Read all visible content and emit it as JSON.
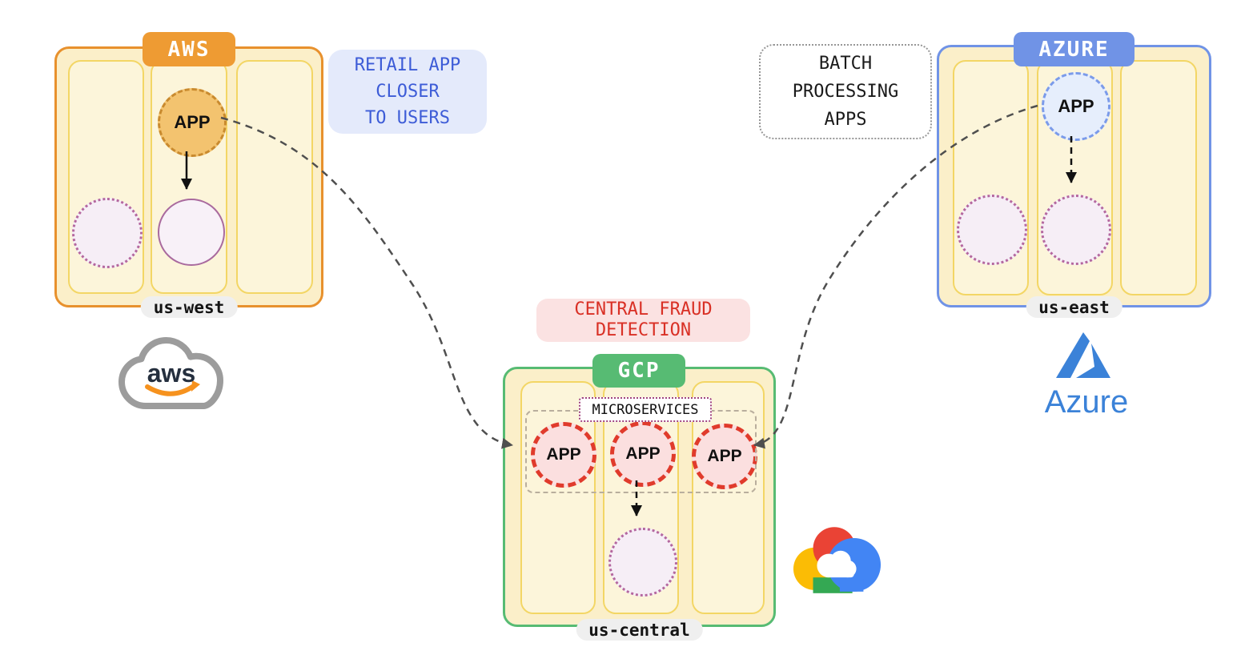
{
  "aws": {
    "badge": "AWS",
    "region_label": "us-west",
    "app": "APP",
    "logo_text": "aws"
  },
  "azure": {
    "badge": "AZURE",
    "region_label": "us-east",
    "app": "APP",
    "logo_text": "Azure"
  },
  "gcp": {
    "badge": "GCP",
    "region_label": "us-central",
    "microservices_label": "MICROSERVICES",
    "apps": [
      "APP",
      "APP",
      "APP"
    ]
  },
  "annotations": {
    "retail_app": {
      "lines": [
        "RETAIL APP",
        "CLOSER",
        "TO USERS"
      ]
    },
    "batch_processing": {
      "lines": [
        "BATCH",
        "PROCESSING",
        "APPS"
      ]
    },
    "central_fraud": {
      "lines": [
        "CENTRAL FRAUD",
        "DETECTION"
      ]
    }
  },
  "colors": {
    "aws_orange": "#E8912D",
    "azure_blue": "#7093E6",
    "gcp_green": "#57BB73",
    "region_fill": "#FBEFC9",
    "column_fill": "#FCF5DA",
    "column_border": "#F3D665",
    "retail_text": "#3D5CD7",
    "fraud_text": "#D93025",
    "gcp_app_border": "#E03B2C",
    "placeholder_purple": "#B4679F"
  }
}
